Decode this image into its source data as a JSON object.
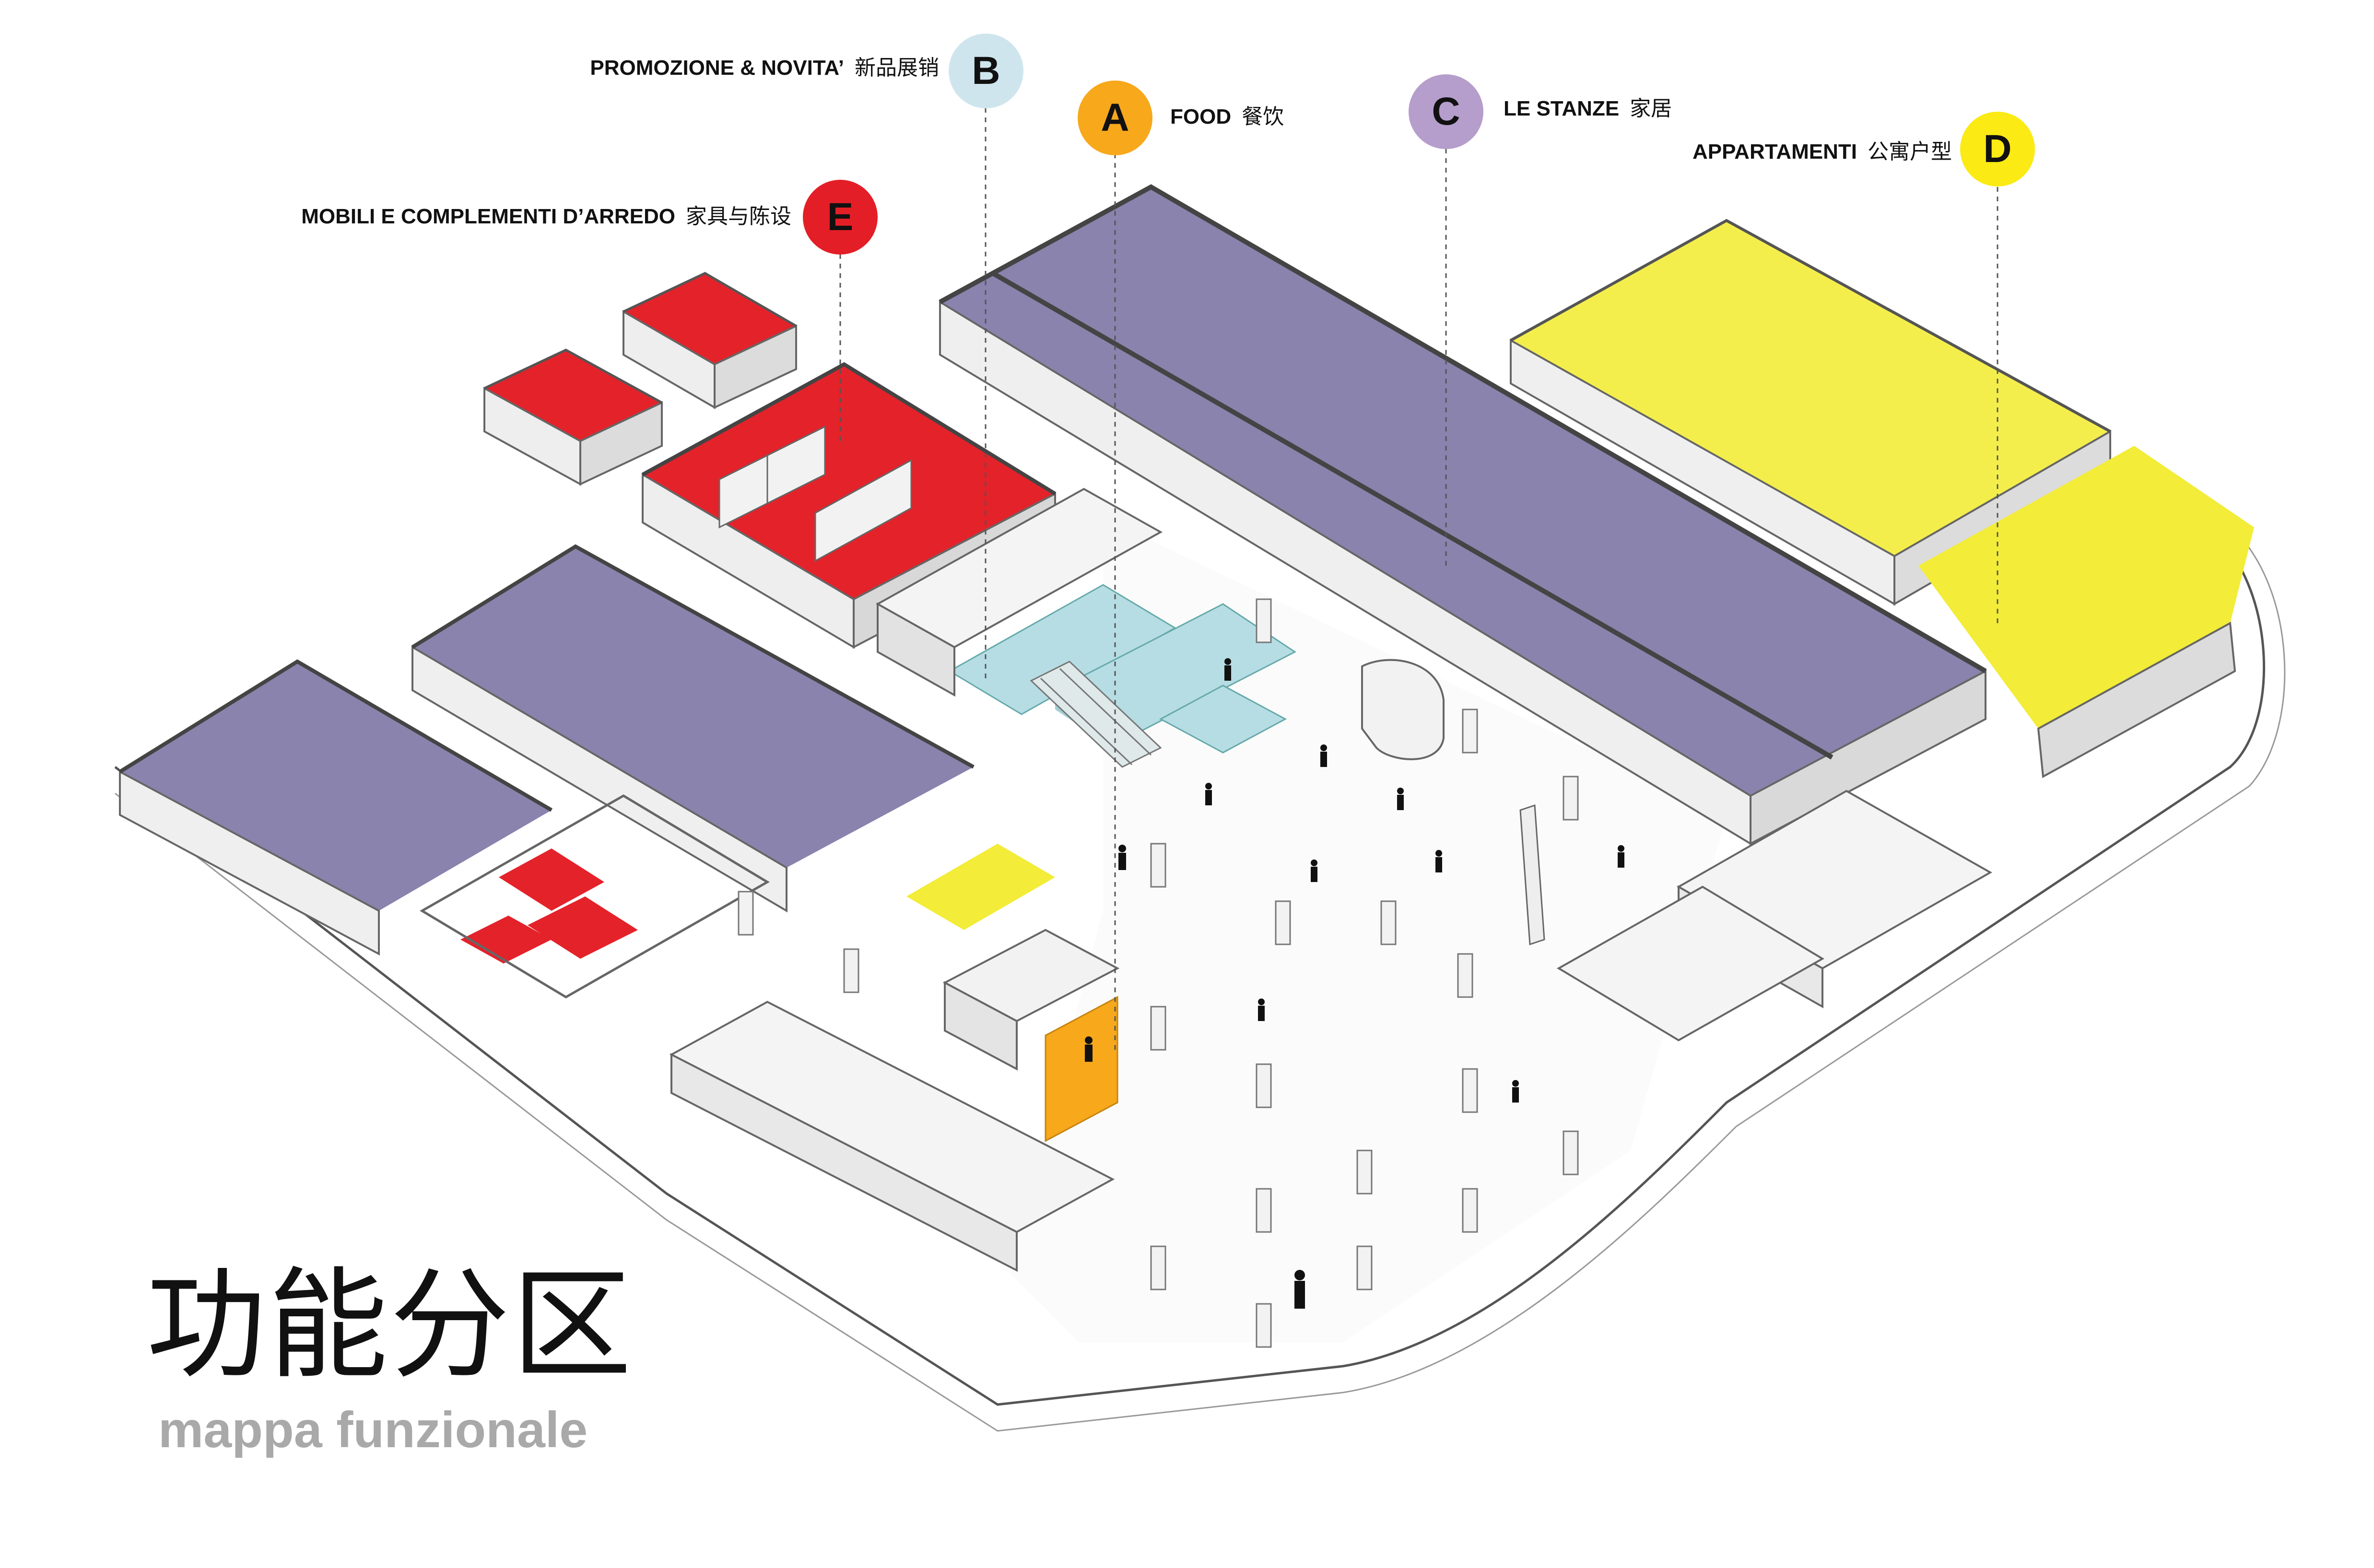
{
  "title": {
    "chinese": "功能分区",
    "italian": "mappa funzionale"
  },
  "zones": [
    {
      "letter": "A",
      "label": "FOOD",
      "label_cn": "餐饮",
      "color": "#f7a81b"
    },
    {
      "letter": "B",
      "label": "PROMOZIONE & NOVITA’",
      "label_cn": "新品展销",
      "color": "#cfe5ee"
    },
    {
      "letter": "C",
      "label": "LE STANZE",
      "label_cn": "家居",
      "color": "#b59dcc"
    },
    {
      "letter": "D",
      "label": "APPARTAMENTI",
      "label_cn": "公寓户型",
      "color": "#fbea14"
    },
    {
      "letter": "E",
      "label": "MOBILI E COMPLEMENTI D’ARREDO",
      "label_cn": "家具与陈设",
      "color": "#e31e26"
    }
  ],
  "fills": {
    "room": "#8a83ad",
    "promo": "#b6dde3",
    "furniture": "#e4222a",
    "apartment": "#f3ec38",
    "food": "#f7a81b"
  }
}
